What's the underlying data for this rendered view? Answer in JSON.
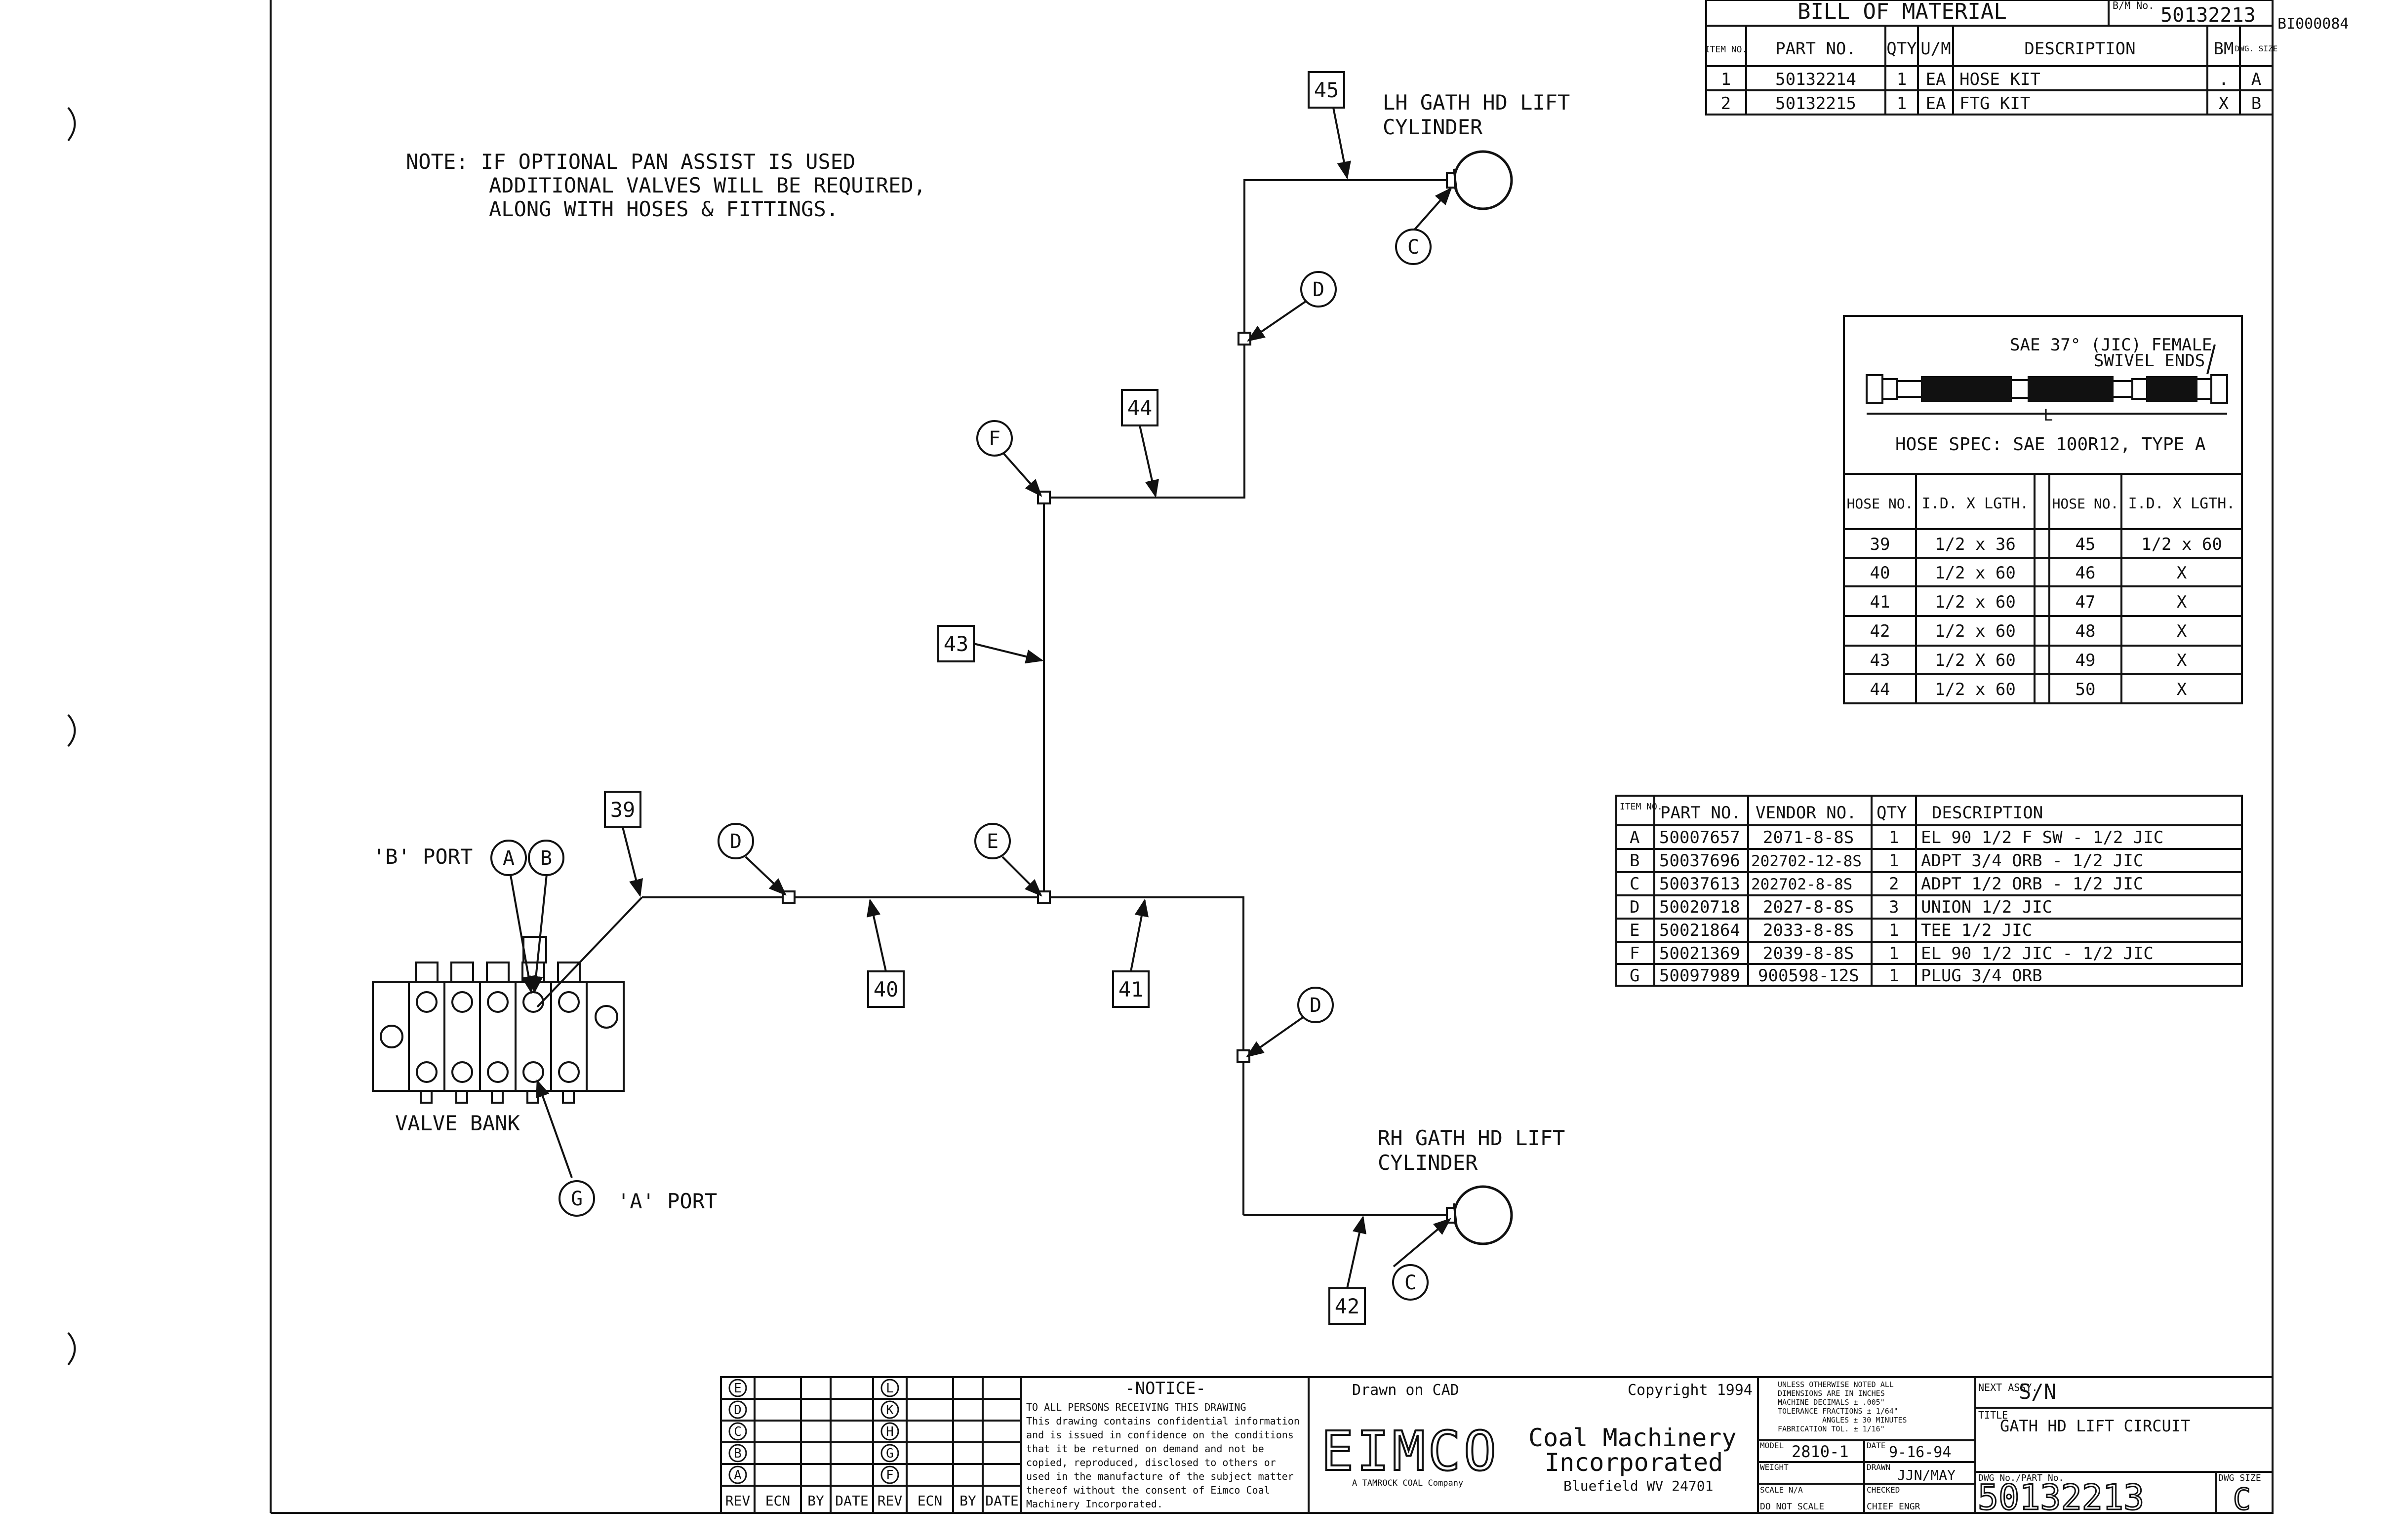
{
  "drawing_ref": "BI000084",
  "note": {
    "lines": [
      "NOTE:  IF OPTIONAL PAN ASSIST IS USED",
      "ADDITIONAL VALVES WILL BE REQUIRED,",
      "ALONG WITH HOSES & FITTINGS."
    ]
  },
  "labels": {
    "lh_cyl_1": "LH GATH HD LIFT",
    "lh_cyl_2": "CYLINDER",
    "rh_cyl_1": "RH GATH HD LIFT",
    "rh_cyl_2": "CYLINDER",
    "b_port": "'B' PORT",
    "a_port": "'A' PORT",
    "valve_bank": "VALVE BANK"
  },
  "hose_tags": {
    "h39": "39",
    "h40": "40",
    "h41": "41",
    "h42": "42",
    "h43": "43",
    "h44": "44",
    "h45": "45"
  },
  "fitting_tags": {
    "A": "A",
    "B": "B",
    "C": "C",
    "D": "D",
    "E": "E",
    "F": "F",
    "G": "G"
  },
  "bom": {
    "title": "BILL OF MATERIAL",
    "bn_label": "B/M No.",
    "bn_value": "50132213",
    "headers": {
      "item": "ITEM NO.",
      "part": "PART NO.",
      "qty": "QTY",
      "um": "U/M",
      "desc": "DESCRIPTION",
      "bm": "BM",
      "dwg": "DWG. SIZE"
    },
    "rows": [
      {
        "item": "1",
        "part": "50132214",
        "qty": "1",
        "um": "EA",
        "desc": "HOSE KIT",
        "bm": ".",
        "size": "A"
      },
      {
        "item": "2",
        "part": "50132215",
        "qty": "1",
        "um": "EA",
        "desc": "FTG KIT",
        "bm": "X",
        "size": "B"
      }
    ]
  },
  "hose_spec": {
    "ends_label_1": "SAE 37° (JIC) FEMALE",
    "ends_label_2": "SWIVEL ENDS",
    "length_symbol": "L",
    "spec": "HOSE SPEC: SAE 100R12, TYPE A",
    "headers": {
      "hose_no": "HOSE NO.",
      "id_length": "I.D. X LGTH."
    },
    "rows": [
      {
        "no1": "39",
        "len1": "1/2 x 36",
        "no2": "45",
        "len2": "1/2 x 60"
      },
      {
        "no1": "40",
        "len1": "1/2 x 60",
        "no2": "46",
        "len2": "X"
      },
      {
        "no1": "41",
        "len1": "1/2 x 60",
        "no2": "47",
        "len2": "X"
      },
      {
        "no1": "42",
        "len1": "1/2 x 60",
        "no2": "48",
        "len2": "X"
      },
      {
        "no1": "43",
        "len1": "1/2 X 60",
        "no2": "49",
        "len2": "X"
      },
      {
        "no1": "44",
        "len1": "1/2 x 60",
        "no2": "50",
        "len2": "X"
      }
    ]
  },
  "fittings": {
    "headers": {
      "item": "ITEM NO.",
      "part": "PART NO.",
      "vendor": "VENDOR NO.",
      "qty": "QTY",
      "desc": "DESCRIPTION"
    },
    "rows": [
      {
        "item": "A",
        "part": "50007657",
        "vendor": "2071-8-8S",
        "qty": "1",
        "desc": "EL 90 1/2 F SW - 1/2  JIC"
      },
      {
        "item": "B",
        "part": "50037696",
        "vendor": "202702-12-8S",
        "qty": "1",
        "desc": "ADPT 3/4 ORB - 1/2 JIC"
      },
      {
        "item": "C",
        "part": "50037613",
        "vendor": "202702-8-8S",
        "qty": "2",
        "desc": "ADPT 1/2 ORB - 1/2 JIC"
      },
      {
        "item": "D",
        "part": "50020718",
        "vendor": "2027-8-8S",
        "qty": "3",
        "desc": "UNION 1/2 JIC"
      },
      {
        "item": "E",
        "part": "50021864",
        "vendor": "2033-8-8S",
        "qty": "1",
        "desc": "TEE 1/2 JIC"
      },
      {
        "item": "F",
        "part": "50021369",
        "vendor": "2039-8-8S",
        "qty": "1",
        "desc": "EL 90 1/2 JIC - 1/2 JIC"
      },
      {
        "item": "G",
        "part": "50097989",
        "vendor": "900598-12S",
        "qty": "1",
        "desc": "PLUG 3/4 ORB"
      }
    ]
  },
  "title_block": {
    "rev_letters_left": [
      "E",
      "D",
      "C",
      "B",
      "A"
    ],
    "rev_letters_right": [
      "L",
      "K",
      "H",
      "G",
      "F"
    ],
    "rev_headers": {
      "rev": "REV",
      "ecn": "ECN",
      "by": "BY",
      "date": "DATE"
    },
    "notice_title": "-NOTICE-",
    "notice_lines": [
      "TO ALL PERSONS RECEIVING THIS DRAWING",
      "This drawing contains confidential information",
      "and is issued in confidence on the conditions",
      "that it be returned on demand and not be",
      "copied, reproduced, disclosed to others or",
      "used in the manufacture of the subject matter",
      "thereof without the consent of Eimco Coal",
      "Machinery Incorporated."
    ],
    "drawn_on": "Drawn on CAD",
    "copyright": "Copyright 1994",
    "logo": "EIMCO",
    "logo_sub": "A TAMROCK COAL Company",
    "company_1": "Coal Machinery",
    "company_2": "Incorporated",
    "location": "Bluefield WV 24701",
    "tol_lines": [
      "UNLESS OTHERWISE NOTED ALL",
      "DIMENSIONS ARE IN INCHES",
      "MACHINE   DECIMALS ± .005\"",
      "TOLERANCE  FRACTIONS ± 1/64\"",
      "ANGLES ± 30 MINUTES",
      "FABRICATION TOL. ± 1/16\""
    ],
    "model_label": "MODEL",
    "model_value": "2810-1",
    "date_label": "DATE",
    "date_value": "9-16-94",
    "weight_label": "WEIGHT",
    "drawn_label": "DRAWN",
    "drawn_value": "JJN/MAY",
    "scale_label": "SCALE N/A",
    "checked_label": "CHECKED",
    "dont_scale": "DO NOT SCALE",
    "chief_label": "CHIEF ENGR",
    "next_assy_label": "NEXT ASSY.",
    "next_assy_value": "S/N",
    "title_label": "TITLE",
    "title_value": "GATH HD LIFT CIRCUIT",
    "dwg_no_label": "DWG No./PART No.",
    "dwg_no_value": "50132213",
    "dwg_size_label": "DWG SIZE",
    "dwg_size_value": "C"
  }
}
